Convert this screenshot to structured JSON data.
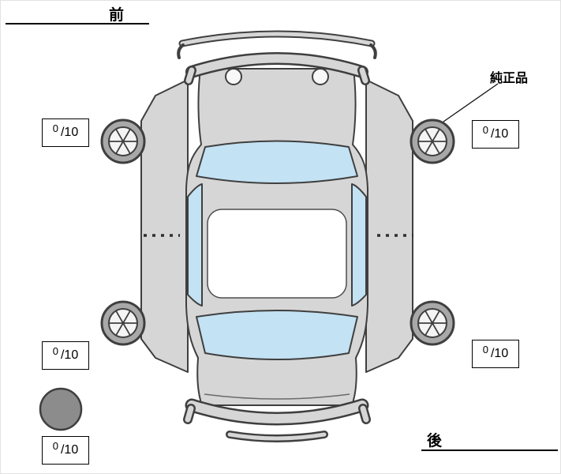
{
  "diagram": {
    "front_label": "前",
    "rear_label": "後",
    "genuine_part_label": "純正品"
  },
  "tread_depth": {
    "front_left": {
      "value": "0",
      "scale": "/10"
    },
    "front_right": {
      "value": "0",
      "scale": "/10"
    },
    "rear_left": {
      "value": "0",
      "scale": "/10"
    },
    "rear_right": {
      "value": "0",
      "scale": "/10"
    },
    "spare": {
      "value": "0",
      "scale": "/10"
    }
  },
  "colors": {
    "body": "#d6d6d6",
    "window": "#c3e2f3",
    "tire": "#a8a8a8",
    "rim": "#f4f4f4",
    "spare": "#8c8c8c",
    "outline": "#3f3f3f"
  }
}
